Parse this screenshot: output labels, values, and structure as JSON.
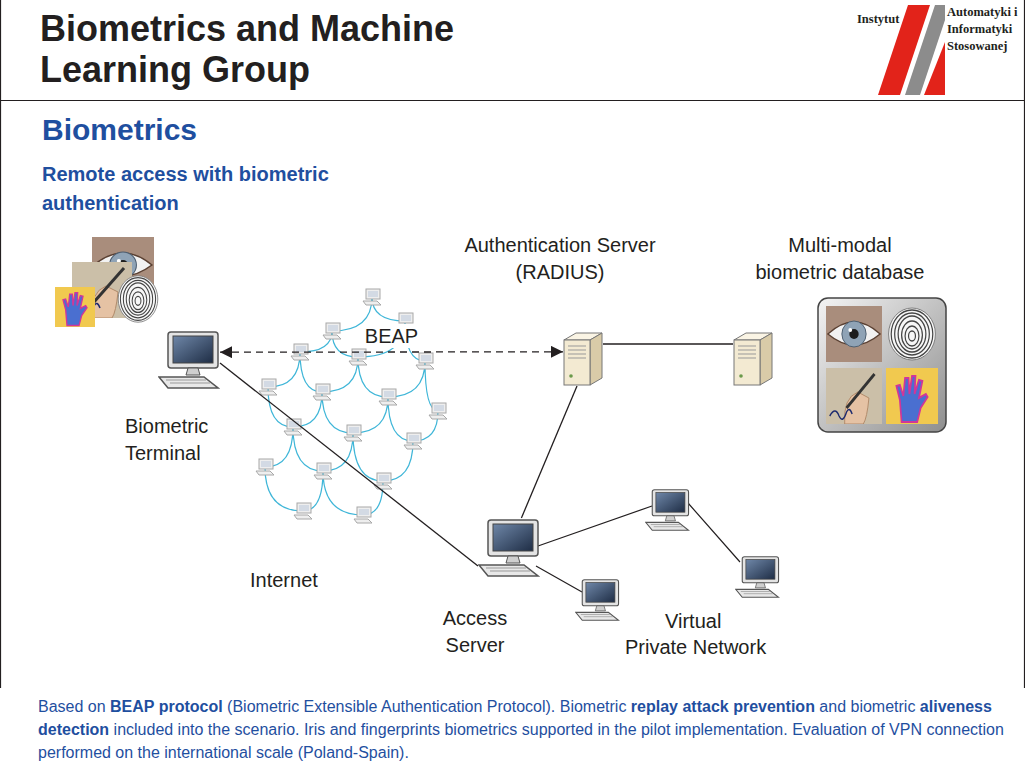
{
  "diagram": {
    "title": "Biometrics and Machine Learning Group",
    "caption": "Based on BEAP protocol (Biometric Extensible Authentication Protocol). Biometric replay attack prevention and biometric aliveness detection included into the scenario. Iris and fingerprints biometrics supported in the pilot implementation. Evaluation of VPN connection performed on the international scale (Poland-Spain).",
    "nodes": [
      {
        "text": [
          "Biometric Terminal"
        ]
      },
      {
        "text": [
          "Authentication Server (RADIUS)"
        ]
      },
      {
        "text": [
          "Multi-modal biometric database"
        ]
      },
      {
        "text": [
          "Access Server"
        ]
      }
    ],
    "edges": [
      {
        "from": 0,
        "to": 1,
        "arrow": "both",
        "label": "BEAP"
      },
      {
        "from": 1,
        "to": 2,
        "arrow": "none"
      },
      {
        "from": 0,
        "to": 3,
        "arrow": "none"
      },
      {
        "from": 3,
        "to": 1,
        "arrow": "none"
      }
    ],
    "labels": [
      "Instytut",
      "Automatyki i Informatyki Stosowanej",
      "Biometrics",
      "Remote access with biometric authentication",
      "Internet",
      "Virtual Private Network"
    ]
  }
}
